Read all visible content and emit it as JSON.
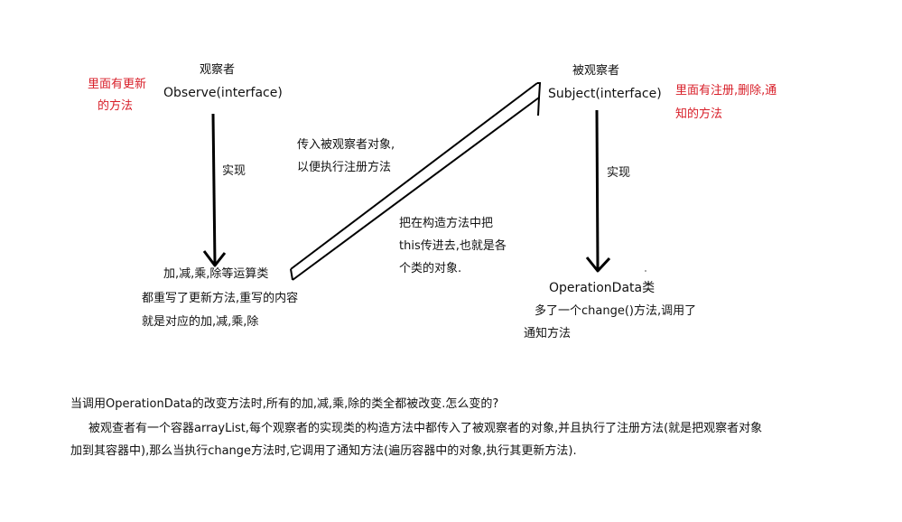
{
  "observer": {
    "note_line1": "里面有更新",
    "note_line2": "的方法",
    "title": "观察者",
    "name": "Observe(interface)",
    "arrow_label": "实现",
    "impl_line1": "加,减,乘,除等运算类",
    "impl_line2": "都重写了更新方法,重写的内容",
    "impl_line3": "就是对应的加,减,乘,除"
  },
  "subject": {
    "title": "被观察者",
    "name": "Subject(interface)",
    "note_line1": "里面有注册,删除,通",
    "note_line2": "知的方法",
    "arrow_label": "实现",
    "impl_line1": "OperationData类",
    "impl_line2": "多了一个change()方法,调用了",
    "impl_line3": "通知方法"
  },
  "link": {
    "label1_line1": "传入被观察者对象,",
    "label1_line2": "以便执行注册方法",
    "label2_line1": "把在构造方法中把",
    "label2_line2": "this传进去,也就是各",
    "label2_line3": "个类的对象."
  },
  "explanation": {
    "line1": "当调用OperationData的改变方法时,所有的加,减,乘,除的类全都被改变.怎么变的?",
    "line2": "被观查者有一个容器arrayList,每个观察者的实现类的构造方法中都传入了被观察者的对象,并且执行了注册方法(就是把观察者对象",
    "line3": "加到其容器中),那么当执行change方法时,它调用了通知方法(遍历容器中的对象,执行其更新方法)."
  },
  "colors": {
    "note": "#d81e28",
    "text": "#111111",
    "arrow": "#000000"
  }
}
